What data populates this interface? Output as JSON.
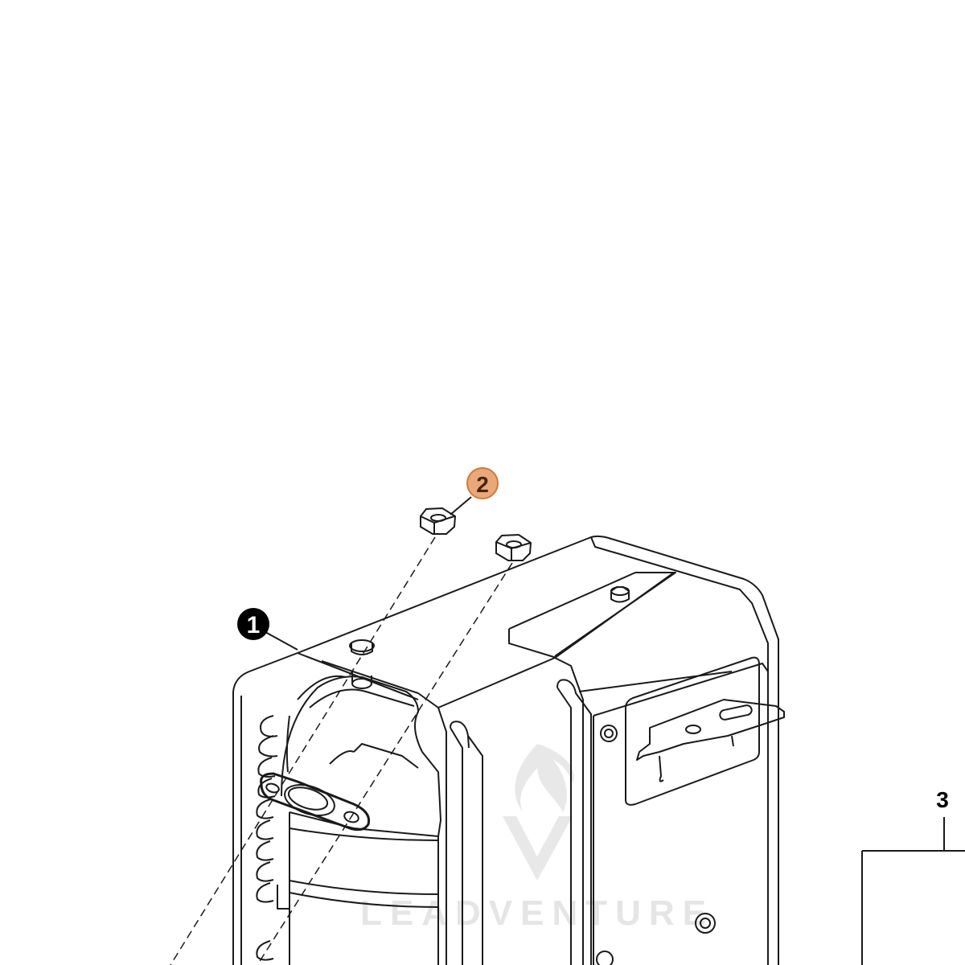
{
  "callouts": [
    {
      "id": "1",
      "label": "1",
      "style": "filled",
      "color": "#000000",
      "text_color": "#ffffff"
    },
    {
      "id": "2",
      "label": "2",
      "style": "highlighted",
      "color": "#e8a87a",
      "border": "#d07a3a",
      "text_color": "#5a2a00"
    },
    {
      "id": "3",
      "label": "3",
      "style": "plain",
      "color": "#000000"
    }
  ],
  "watermark": {
    "text": "LEADVENTURE",
    "color": "#d8d8d8"
  },
  "line_color": "#1a1a1a"
}
